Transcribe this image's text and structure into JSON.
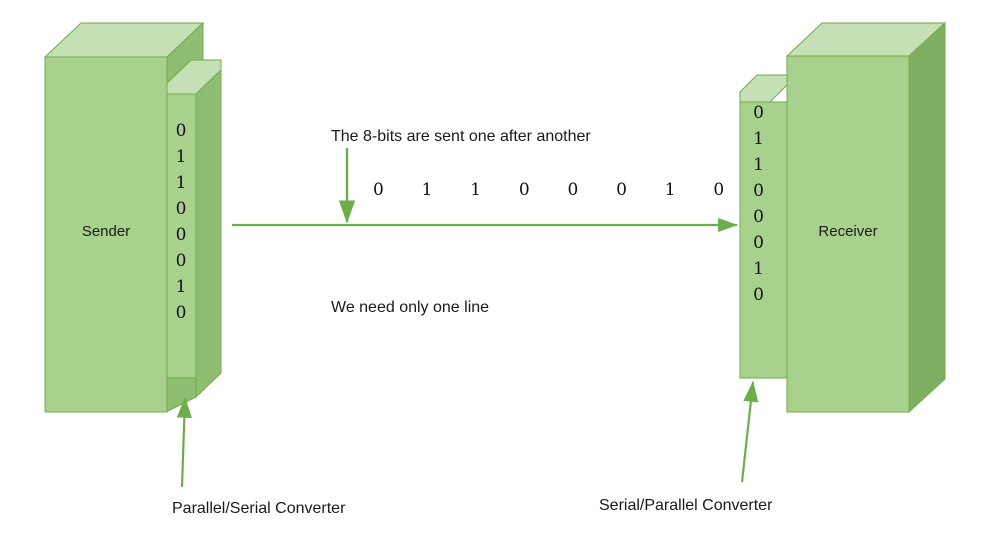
{
  "diagram": {
    "title_concept": "Serial transmission between Sender and Receiver",
    "background_color": "#ffffff",
    "accent_color": "#70AD47",
    "box_front_color": "#A9D18E",
    "box_top_color": "#C5E0B4",
    "box_side_color": "#7FAF62",
    "box_border_color": "#70AD47",
    "text_color": "#1a1a1a"
  },
  "sender": {
    "label": "Sender",
    "bits": [
      "0",
      "1",
      "1",
      "0",
      "0",
      "0",
      "1",
      "0"
    ],
    "converter_label": "Parallel/Serial Converter"
  },
  "receiver": {
    "label": "Receiver",
    "bits": [
      "0",
      "1",
      "1",
      "0",
      "0",
      "0",
      "1",
      "0"
    ],
    "converter_label": "Serial/Parallel Converter"
  },
  "annotations": {
    "sent_note": "The 8-bits are sent one after another",
    "line_note": "We need only one line",
    "serial_stream": "0  1  1  0  0  0  1  0"
  }
}
